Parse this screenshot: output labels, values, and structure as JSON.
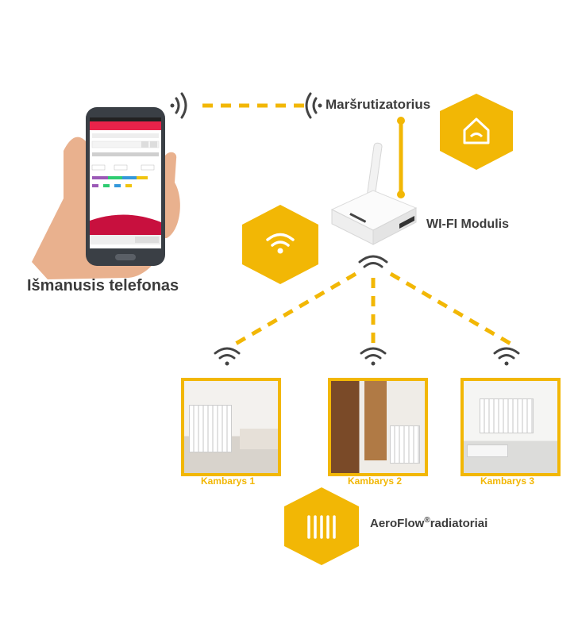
{
  "colors": {
    "accent": "#f2b705",
    "text": "#3c3c3c",
    "phone_header": "#e8234a"
  },
  "labels": {
    "router": "Maršrutizatorius",
    "wifi_module": "WI-FI Modulis",
    "phone": "Išmanusis telefonas",
    "radiators_brand": "AeroFlow",
    "radiators_mark": "®",
    "radiators_suffix": "radiatoriai"
  },
  "rooms": [
    {
      "caption": "Kambarys 1"
    },
    {
      "caption": "Kambarys 2"
    },
    {
      "caption": "Kambarys 3"
    }
  ],
  "icons": [
    "home-icon",
    "wifi-icon",
    "radiator-icon",
    "signal-wave-icon"
  ]
}
